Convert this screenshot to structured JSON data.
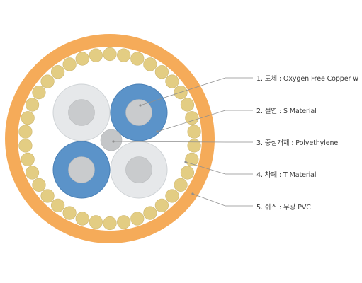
{
  "colors": {
    "sheath": "#f5ab59",
    "sheath_inner": "#ffffff",
    "shield_wire": "#e3cd83",
    "shield_wire_stroke": "#cdb66e",
    "insulation_blue": "#5b93c9",
    "insulation_blue_stroke": "#4a80b6",
    "insulation_white": "#e6e8ea",
    "insulation_white_stroke": "#cfd3d6",
    "conductor": "#c9cbcd",
    "filler": "#c4c6c8",
    "leader_line": "#8f8f8f"
  },
  "labels": [
    {
      "id": "conductor",
      "text": "1. 도체 : Oxygen Free Copper w"
    },
    {
      "id": "insulation",
      "text": "2. 절연 : S Material"
    },
    {
      "id": "filler",
      "text": "3. 중심개재 : Polyethylene"
    },
    {
      "id": "shield",
      "text": "4. 차폐 : T Material"
    },
    {
      "id": "sheath",
      "text": "5. 쉬스 : 무광 PVC"
    }
  ]
}
